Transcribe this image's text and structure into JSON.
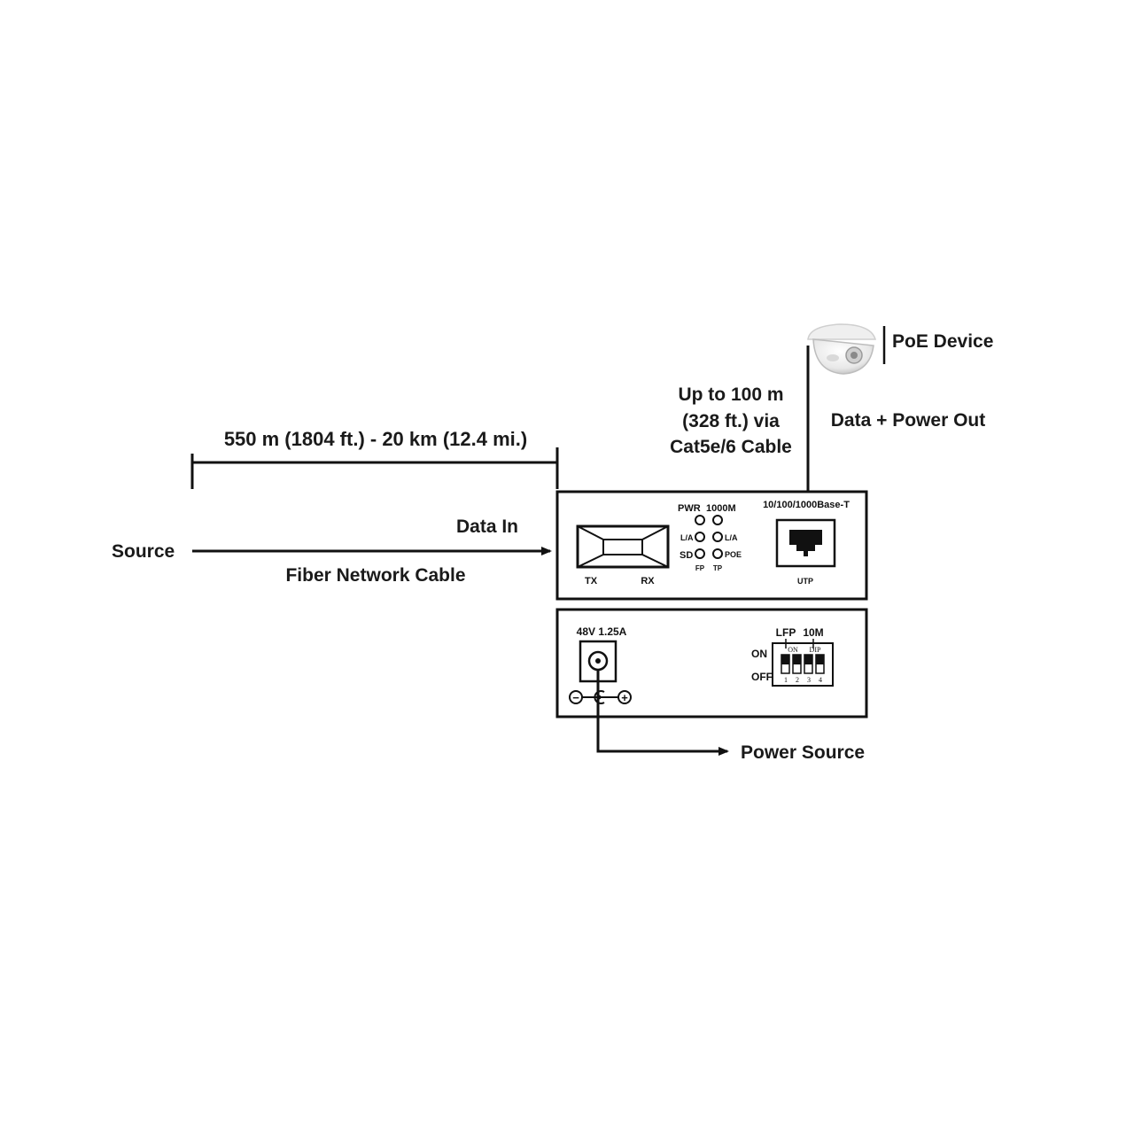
{
  "labels": {
    "distance_fiber": "550 m (1804 ft.) - 20 km (12.4 mi.)",
    "source": "Source",
    "data_in": "Data In",
    "fiber_cable": "Fiber Network Cable",
    "copper_line1": "Up to 100 m",
    "copper_line2": "(328 ft.) via",
    "copper_line3": "Cat5e/6 Cable",
    "poe_device": "PoE Device",
    "data_power_out": "Data + Power Out",
    "power_source": "Power Source"
  },
  "front_panel": {
    "tx": "TX",
    "rx": "RX",
    "pwr": "PWR",
    "speed_1000m": "1000M",
    "la_left": "L/A",
    "la_right": "L/A",
    "sd": "SD",
    "poe": "POE",
    "fp": "FP",
    "tp": "TP",
    "port_title": "10/100/1000Base-T",
    "utp": "UTP"
  },
  "rear_panel": {
    "power_rating": "48V 1.25A",
    "minus": "−",
    "plus": "+",
    "lfp": "LFP",
    "tenm": "10M",
    "on": "ON",
    "off": "OFF",
    "dip_on": "ON",
    "dip_label": "DIP",
    "dip_numbers": [
      "1",
      "2",
      "3",
      "4"
    ]
  },
  "icons": {
    "camera": "dome-camera-icon",
    "arrow": "arrowhead-icon",
    "rj45": "rj45-port-icon",
    "sfp": "sfp-port-icon",
    "dc_jack": "dc-jack-icon",
    "dip_switch": "dip-switch-icon"
  },
  "colors": {
    "ink": "#111111",
    "camera_body": "#e6e6e6"
  }
}
